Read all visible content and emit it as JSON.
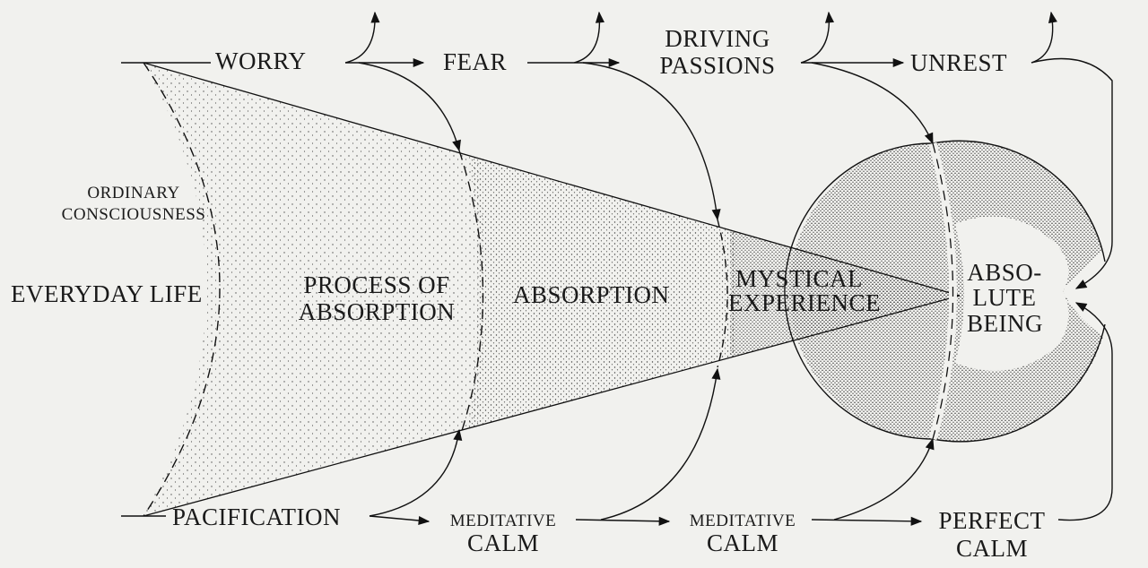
{
  "top_row": {
    "worry": "WORRY",
    "fear": "FEAR",
    "driving_passions": [
      "DRIVING",
      "PASSIONS"
    ],
    "unrest": "UNREST"
  },
  "bottom_row": {
    "pacification": "PACIFICATION",
    "meditative_calm_1": [
      "MEDITATIVE",
      "CALM"
    ],
    "meditative_calm_2": [
      "MEDITATIVE",
      "CALM"
    ],
    "perfect_calm": [
      "PERFECT",
      "CALM"
    ]
  },
  "left": {
    "ordinary_consciousness": [
      "ORDINARY",
      "CONSCIOUSNESS"
    ],
    "everyday_life": "EVERYDAY LIFE"
  },
  "stages": {
    "process_of_absorption": [
      "PROCESS OF",
      "ABSORPTION"
    ],
    "absorption": "ABSORPTION",
    "mystical_experience": [
      "MYSTICAL",
      "EXPERIENCE"
    ],
    "absolute_being": [
      "ABSO-",
      "LUTE",
      "BEING"
    ]
  }
}
